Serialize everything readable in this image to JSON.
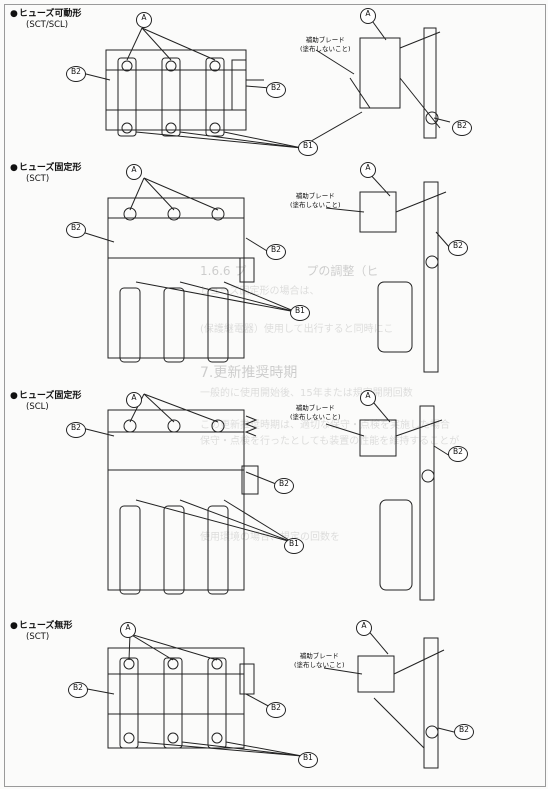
{
  "sections": [
    {
      "title": "ヒューズ可動形",
      "subtitle": "(SCT/SCL)",
      "blade_note": [
        "補助ブレード",
        "(塗布しないこと)"
      ]
    },
    {
      "title": "ヒューズ固定形",
      "subtitle": "(SCT)",
      "blade_note": [
        "補助ブレード",
        "(塗布しないこと)"
      ]
    },
    {
      "title": "ヒューズ固定形",
      "subtitle": "(SCL)",
      "blade_note": [
        "補助ブレード",
        "(塗布しないこと)"
      ]
    },
    {
      "title": "ヒューズ無形",
      "subtitle": "(SCT)",
      "blade_note": [
        "補助ブレード",
        "(塗布しないこと)"
      ]
    }
  ],
  "labels": {
    "a": "A",
    "b1": "B1",
    "b2": "B2"
  },
  "show_through": [
    "1.6.6 プ　　　　　プの調整（ヒ",
    "ヒューズ固定形の場合は、",
    "(保護継電器）使用して出行すると同時にこ",
    "7.更新推奨時期",
    "一般的に使用開始後、15年または規定開閉回数",
    "この更新推奨時期は、適切な保守・点検を実施した場合",
    "保守・点検を行ったとしても装置の性能を維持することが",
    "使用環境の場合、規定の回数を"
  ],
  "bullet": "●"
}
